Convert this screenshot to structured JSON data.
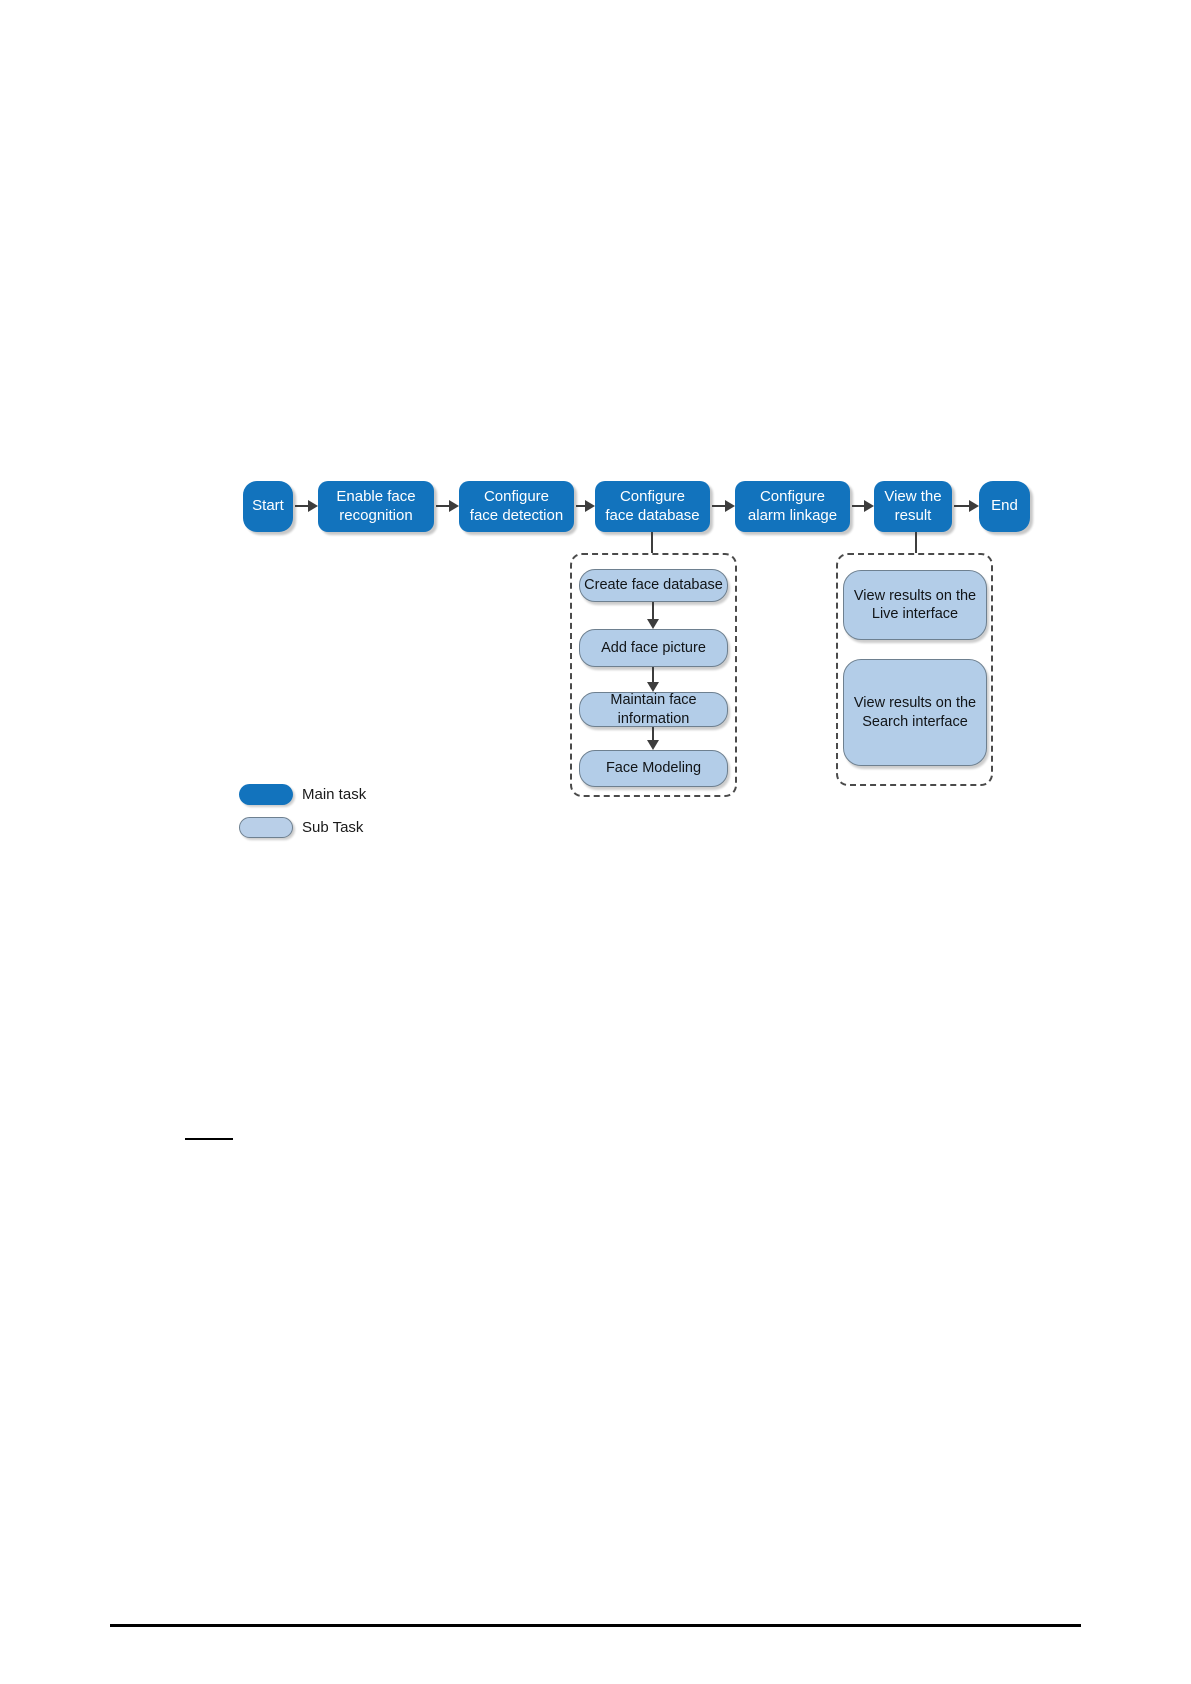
{
  "flowchart": {
    "main_flow": {
      "nodes": [
        {
          "label": "Start"
        },
        {
          "label": "Enable face\nrecognition"
        },
        {
          "label": "Configure\nface detection"
        },
        {
          "label": "Configure\nface database"
        },
        {
          "label": "Configure\nalarm linkage"
        },
        {
          "label": "View the\nresult"
        },
        {
          "label": "End"
        }
      ]
    },
    "face_database_subtasks": {
      "items": [
        {
          "label": "Create face database"
        },
        {
          "label": "Add face picture"
        },
        {
          "label": "Maintain face\ninformation"
        },
        {
          "label": "Face Modeling"
        }
      ]
    },
    "result_subtasks": {
      "items": [
        {
          "label": "View results on the\nLive interface"
        },
        {
          "label": "View results on the\nSearch interface"
        }
      ]
    },
    "legend": {
      "main_task_label": "Main task",
      "sub_task_label": "Sub Task"
    },
    "colors": {
      "main_task_fill": "#1273bd",
      "main_task_text": "#ffffff",
      "sub_task_fill": "#b3cde8",
      "sub_task_border": "#6e8090",
      "connector": "#3d3d3d",
      "dashed_border": "#4a4a4a"
    }
  }
}
